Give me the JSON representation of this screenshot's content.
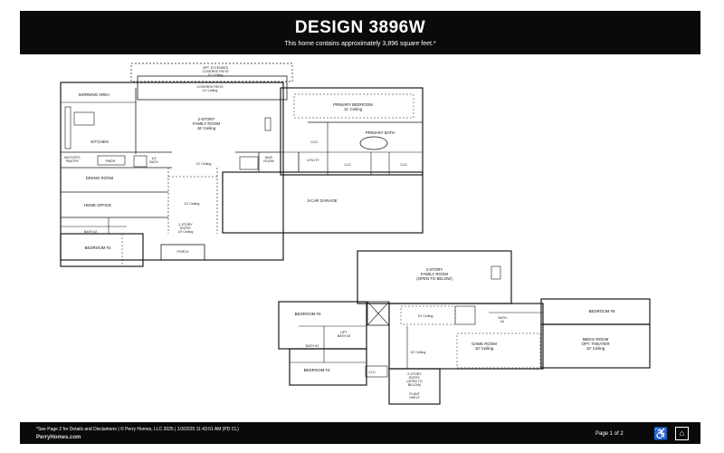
{
  "header": {
    "title": "DESIGN 3896W",
    "subtitle": "This home contains approximately 3,896 square feet.*"
  },
  "footer": {
    "disclaimer": "*See Page 2 for Details and Disclaimers | © Perry Homes, LLC 2025 | 1/3/2025 11:43:01 AM (PD CL)",
    "brand": "PerryHomes.com",
    "page": "Page 1 of 2",
    "ada_icon": "wheelchair-icon",
    "eho_icon": "equal-housing-icon"
  },
  "first_floor": {
    "opt_patio": [
      "OPT. EXTENDED",
      "COVERED PATIO",
      "10' Ceiling"
    ],
    "covered_patio": [
      "COVERED PATIO",
      "10' Ceiling"
    ],
    "morning_area": [
      "MORNING AREA"
    ],
    "family_room": [
      "2-STORY",
      "FAMILY ROOM",
      "16' Ceiling"
    ],
    "primary_bedroom": [
      "PRIMARY BEDROOM",
      "11' Ceiling"
    ],
    "primary_bath": [
      "PRIMARY BATH"
    ],
    "kitchen": [
      "KITCHEN"
    ],
    "butlers_pantry": [
      "BUTLER'S",
      "PANTRY"
    ],
    "pwdr": [
      "PWDR"
    ],
    "half_bath": [
      "1/2",
      "BATH"
    ],
    "ceiling_10": [
      "10' Ceiling"
    ],
    "mud": [
      "MUD",
      "ROOM"
    ],
    "utility": [
      "UTILITY"
    ],
    "clo_a": [
      "CLO"
    ],
    "clo_b": [
      "CLO"
    ],
    "clo_c": [
      "CLO"
    ],
    "dining": [
      "DINING ROOM"
    ],
    "garage": [
      "3-CAR GARAGE"
    ],
    "gallery_ceiling": [
      "10' Ceiling"
    ],
    "home_office": [
      "HOME OFFICE"
    ],
    "entry": [
      "2-STORY",
      "ENTRY",
      "19' Ceiling"
    ],
    "bath2": [
      "BATH #2"
    ],
    "bedroom2": [
      "BEDROOM #2"
    ],
    "porch": [
      "PORCH"
    ]
  },
  "second_floor": {
    "family_below": [
      "2-STORY",
      "FAMILY ROOM",
      "(OPEN TO BELOW)"
    ],
    "bedroom3": [
      "BEDROOM #3"
    ],
    "opt_bath3": [
      "OPT.",
      "BATH #3"
    ],
    "bath3": [
      "BATH #3"
    ],
    "bedroom4": [
      "BEDROOM #4"
    ],
    "bath4": [
      "BATH",
      "#4"
    ],
    "ceiling_10": [
      "10' Ceiling"
    ],
    "hall_ceiling": [
      "10' Ceiling"
    ],
    "game_room": [
      "GAME ROOM",
      "10' Ceiling"
    ],
    "media_room": [
      "MEDIA ROOM",
      "OPT. THEATER",
      "10' Ceiling"
    ],
    "bedroom5": [
      "BEDROOM #5"
    ],
    "entry_below": [
      "2-STORY",
      "ENTRY",
      "(OPEN TO",
      "BELOW)"
    ],
    "plant_shelf": [
      "PLANT",
      "SHELF"
    ],
    "clo": [
      "CLO"
    ]
  }
}
